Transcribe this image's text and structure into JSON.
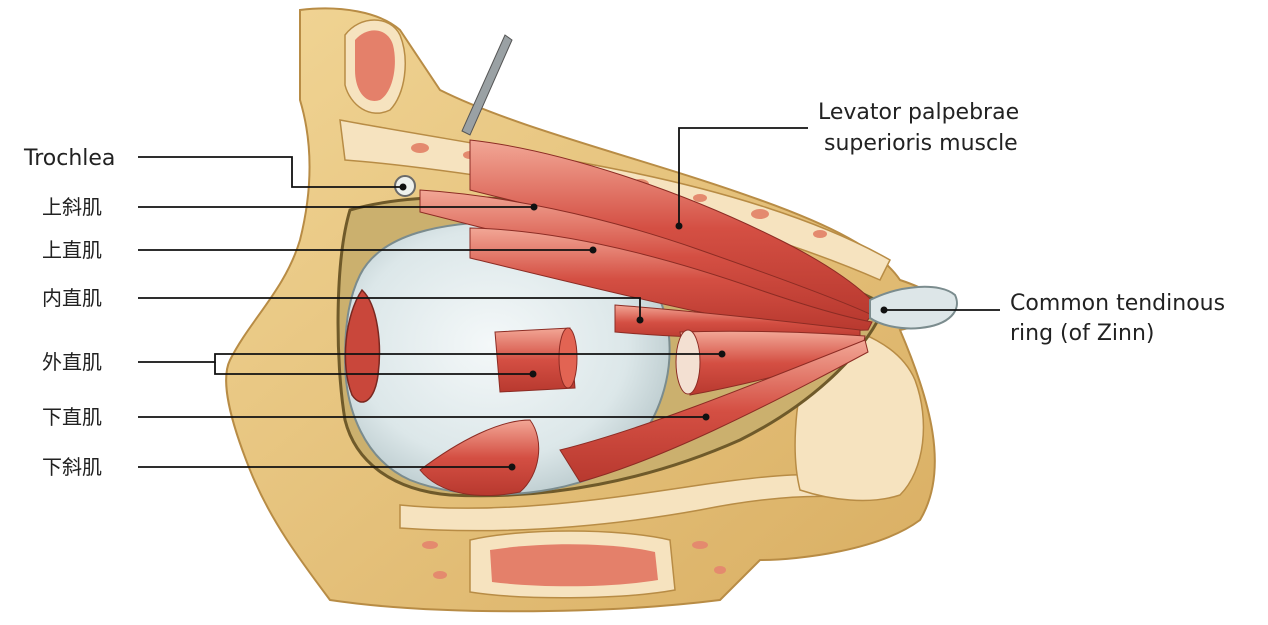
{
  "labels": {
    "trochlea": "Trochlea",
    "superior_oblique": "上斜肌",
    "superior_rectus": "上直肌",
    "medial_rectus": "内直肌",
    "lateral_rectus": "外直肌",
    "inferior_rectus": "下直肌",
    "inferior_oblique": "下斜肌",
    "levator_line1": "Levator palpebrae",
    "levator_line2": "superioris muscle",
    "zinn_line1": "Common tendinous",
    "zinn_line2": "ring (of Zinn)"
  },
  "colors": {
    "bone": "#e9c67e",
    "bone_dark": "#c9a25a",
    "cortex": "#f6e3bf",
    "marrow": "#e48a6e",
    "muscle": "#d9584b",
    "muscle_light": "#f0a08e",
    "tendon": "#f3e9de",
    "eyeball": "#dfe8ea",
    "fat": "#cbb06e",
    "leader": "#111111"
  }
}
